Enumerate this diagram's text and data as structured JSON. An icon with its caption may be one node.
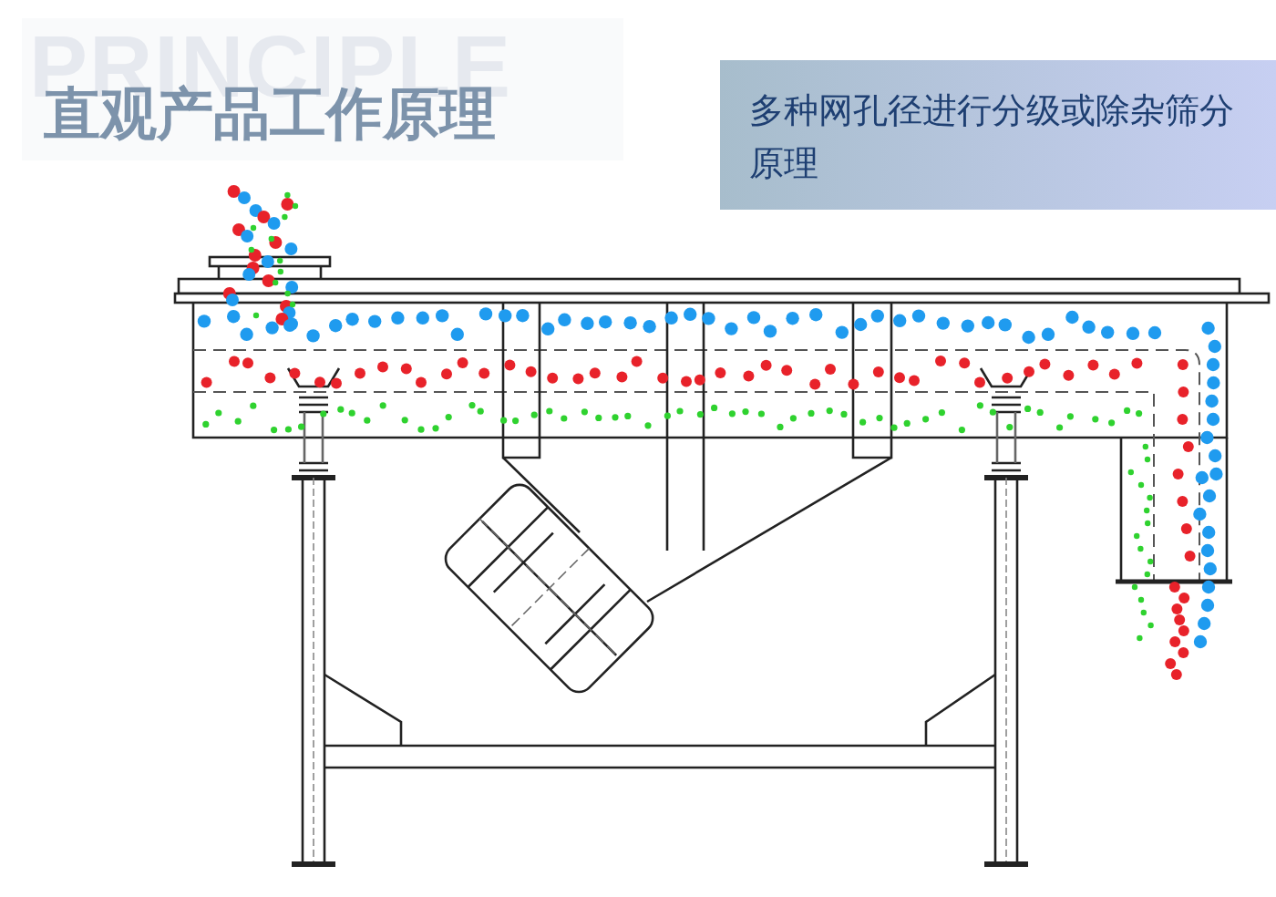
{
  "diagram": {
    "title": "直观产品工作原理",
    "labels": [
      "PRINCIPLE",
      "多种网孔径进行分级或除杂筛分原理"
    ]
  }
}
